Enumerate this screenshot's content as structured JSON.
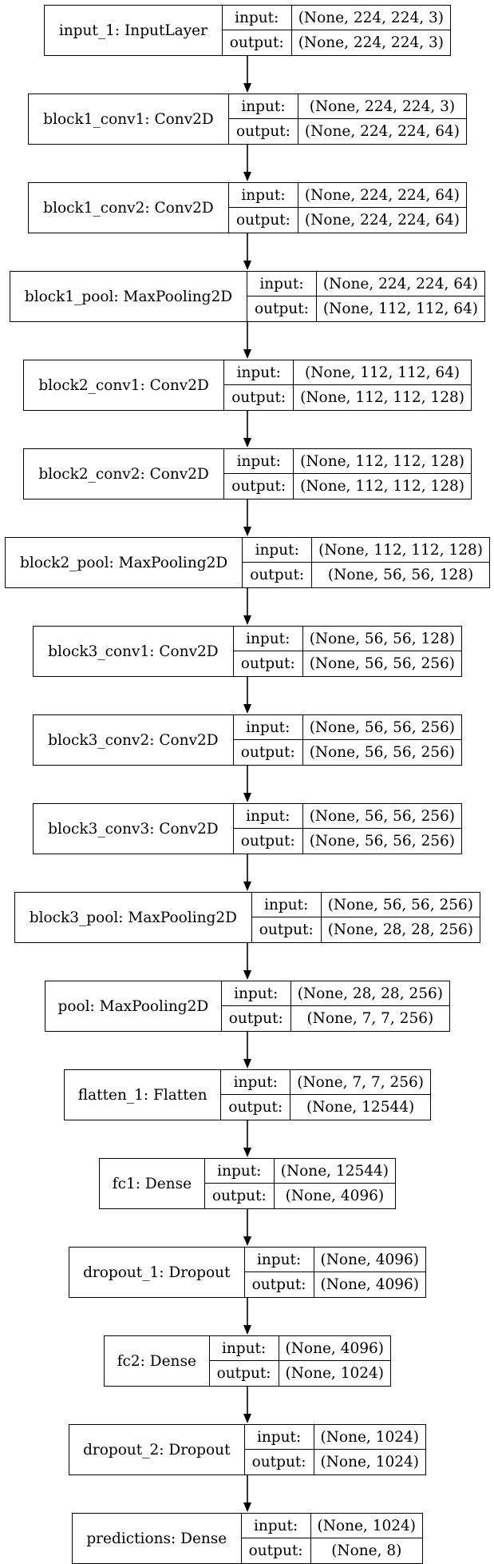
{
  "diagram": {
    "io_labels": {
      "input": "input:",
      "output": "output:"
    },
    "layers": [
      {
        "name": "input_1: InputLayer",
        "input": "(None, 224, 224, 3)",
        "output": "(None, 224, 224, 3)"
      },
      {
        "name": "block1_conv1: Conv2D",
        "input": "(None, 224, 224, 3)",
        "output": "(None, 224, 224, 64)"
      },
      {
        "name": "block1_conv2: Conv2D",
        "input": "(None, 224, 224, 64)",
        "output": "(None, 224, 224, 64)"
      },
      {
        "name": "block1_pool: MaxPooling2D",
        "input": "(None, 224, 224, 64)",
        "output": "(None, 112, 112, 64)"
      },
      {
        "name": "block2_conv1: Conv2D",
        "input": "(None, 112, 112, 64)",
        "output": "(None, 112, 112, 128)"
      },
      {
        "name": "block2_conv2: Conv2D",
        "input": "(None, 112, 112, 128)",
        "output": "(None, 112, 112, 128)"
      },
      {
        "name": "block2_pool: MaxPooling2D",
        "input": "(None, 112, 112, 128)",
        "output": "(None, 56, 56, 128)"
      },
      {
        "name": "block3_conv1: Conv2D",
        "input": "(None, 56, 56, 128)",
        "output": "(None, 56, 56, 256)"
      },
      {
        "name": "block3_conv2: Conv2D",
        "input": "(None, 56, 56, 256)",
        "output": "(None, 56, 56, 256)"
      },
      {
        "name": "block3_conv3: Conv2D",
        "input": "(None, 56, 56, 256)",
        "output": "(None, 56, 56, 256)"
      },
      {
        "name": "block3_pool: MaxPooling2D",
        "input": "(None, 56, 56, 256)",
        "output": "(None, 28, 28, 256)"
      },
      {
        "name": "pool: MaxPooling2D",
        "input": "(None, 28, 28, 256)",
        "output": "(None, 7, 7, 256)"
      },
      {
        "name": "flatten_1: Flatten",
        "input": "(None, 7, 7, 256)",
        "output": "(None, 12544)"
      },
      {
        "name": "fc1: Dense",
        "input": "(None, 12544)",
        "output": "(None, 4096)"
      },
      {
        "name": "dropout_1: Dropout",
        "input": "(None, 4096)",
        "output": "(None, 4096)"
      },
      {
        "name": "fc2: Dense",
        "input": "(None, 4096)",
        "output": "(None, 1024)"
      },
      {
        "name": "dropout_2: Dropout",
        "input": "(None, 1024)",
        "output": "(None, 1024)"
      },
      {
        "name": "predictions: Dense",
        "input": "(None, 1024)",
        "output": "(None, 8)"
      }
    ]
  }
}
